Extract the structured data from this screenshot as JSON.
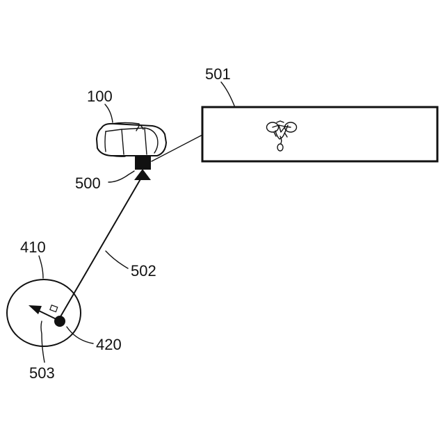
{
  "labels": {
    "vehicle": "100",
    "zone": "410",
    "user": "420",
    "camera": "500",
    "display": "501",
    "link": "502",
    "direction": "503"
  },
  "colors": {
    "ink": "#111111",
    "background": "#ffffff"
  },
  "icons": {
    "vehicle": "car-top-view-icon",
    "camera": "camera-icon",
    "cyclist": "bicycle-rider-icon",
    "user": "person-dot-icon",
    "direction": "arrow-icon"
  }
}
